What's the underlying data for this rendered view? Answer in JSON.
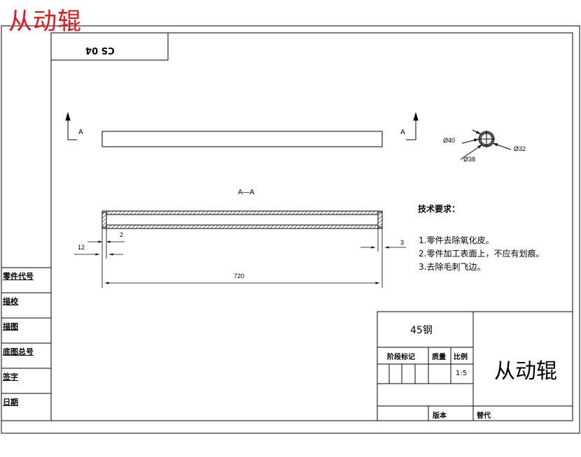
{
  "titleRed": "从动辊",
  "drawingCode": "CS 04",
  "sectionMarks": {
    "left": "A",
    "right": "A",
    "section": "A—A"
  },
  "dims": {
    "outer": "Ø40",
    "inner1": "Ø38",
    "inner2": "Ø32",
    "thick": "2",
    "end12": "12",
    "end3": "3",
    "length": "720"
  },
  "tech": {
    "heading": "技术要求：",
    "items": [
      "1.零件去除氧化皮。",
      "2.零件加工表面上，不应有划痕。",
      "3.去除毛刺飞边。"
    ]
  },
  "sideLabels": [
    "零件代号",
    "描校",
    "描图",
    "底图总号",
    "签字",
    "日期"
  ],
  "titleBlock": {
    "material": "45钢",
    "stageLabel": "阶段标记",
    "weightLabel": "质量",
    "scaleLabel": "比例",
    "scale": "1:5",
    "partName": "从动辊",
    "versionLabel": "版本",
    "replaceLabel": "替代"
  }
}
